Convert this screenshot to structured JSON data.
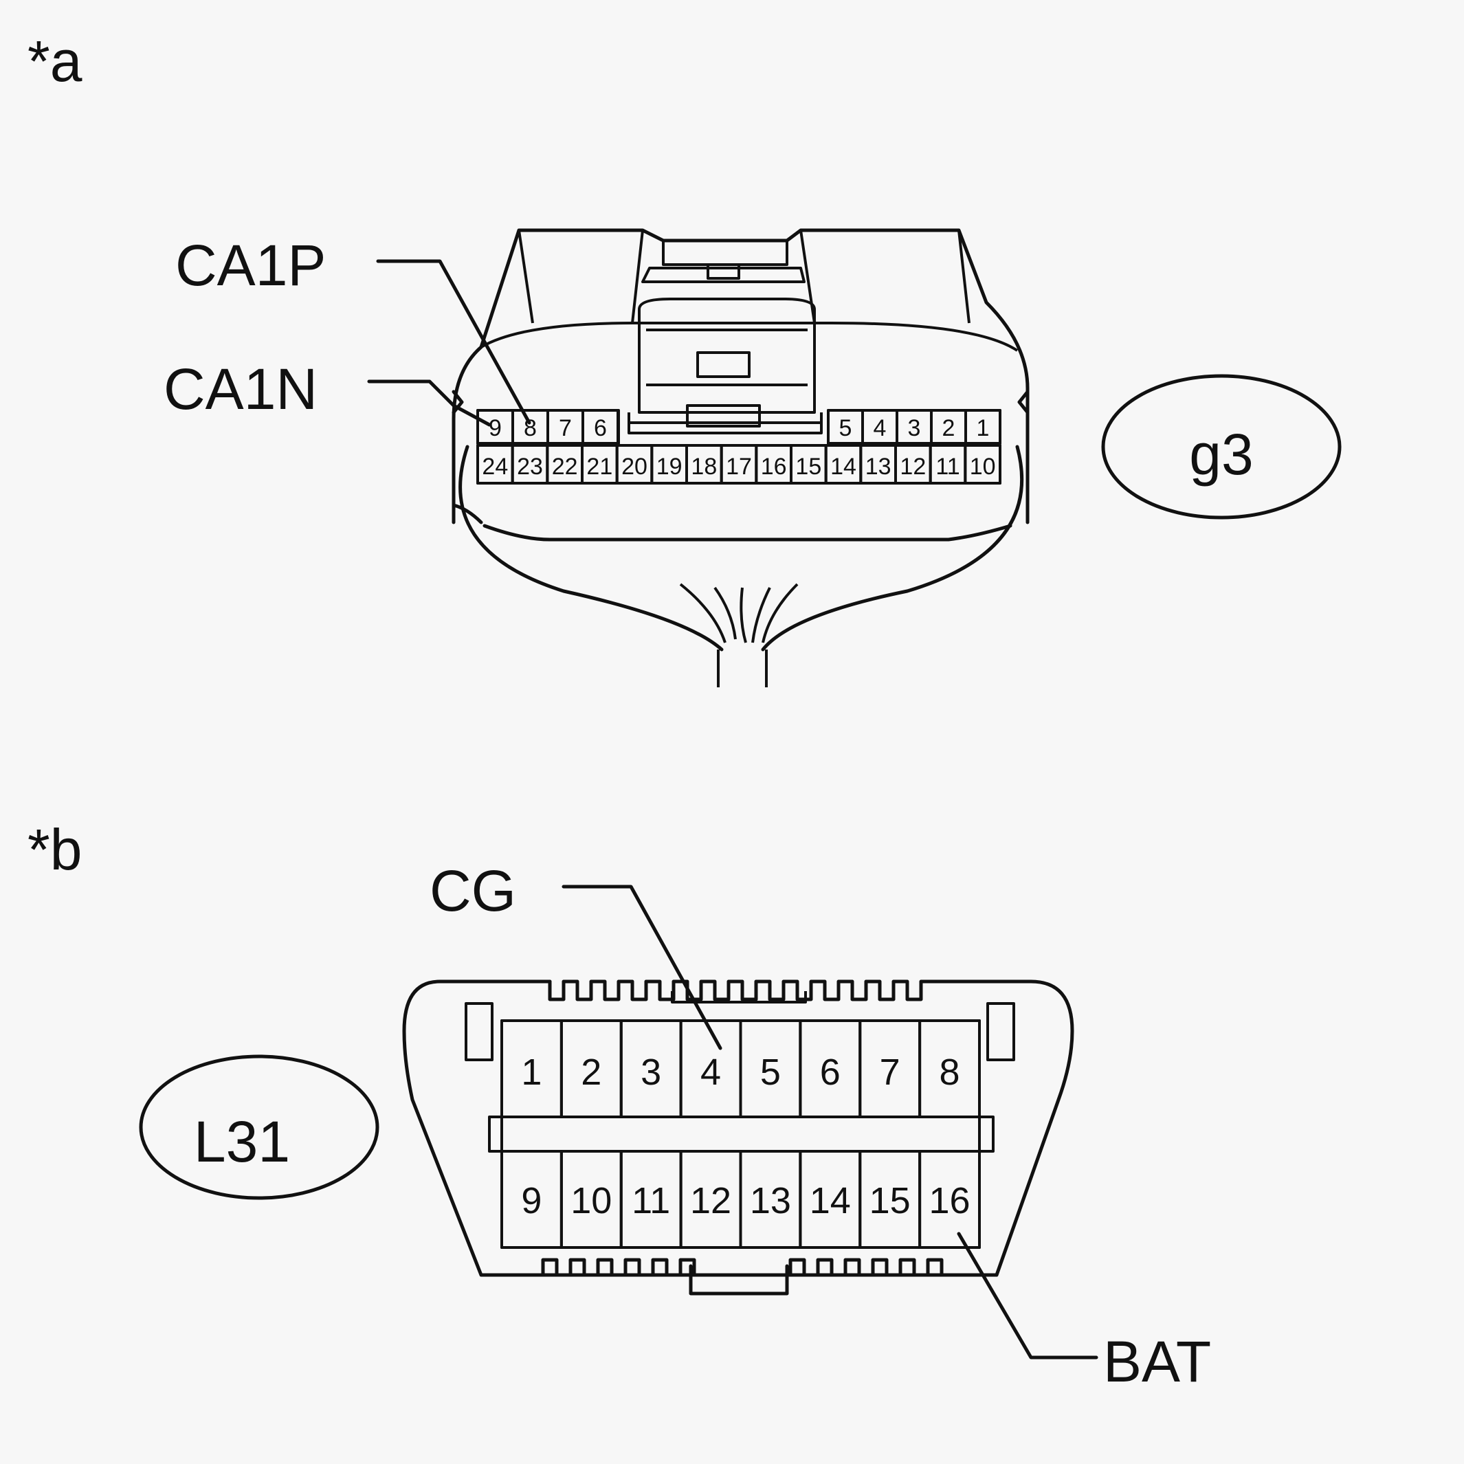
{
  "section_a": {
    "marker": "*a",
    "label_ca1p": "CA1P",
    "label_ca1n": "CA1N",
    "connector_code": "g3",
    "pins_top": [
      "9",
      "8",
      "7",
      "6",
      "5",
      "4",
      "3",
      "2",
      "1"
    ],
    "pins_bottom": [
      "24",
      "23",
      "22",
      "21",
      "20",
      "19",
      "18",
      "17",
      "16",
      "15",
      "14",
      "13",
      "12",
      "11",
      "10"
    ]
  },
  "section_b": {
    "marker": "*b",
    "label_cg": "CG",
    "label_bat": "BAT",
    "connector_code": "L31",
    "pins_top": [
      "1",
      "2",
      "3",
      "4",
      "5",
      "6",
      "7",
      "8"
    ],
    "pins_bottom": [
      "9",
      "10",
      "11",
      "12",
      "13",
      "14",
      "15",
      "16"
    ]
  }
}
